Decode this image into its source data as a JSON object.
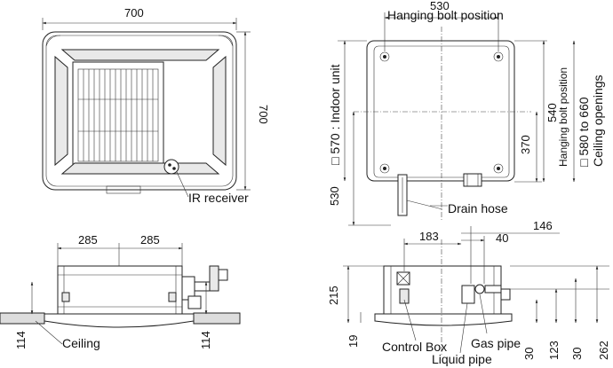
{
  "dims": {
    "top_width": "700",
    "top_height": "700",
    "hanging_530_top": "530",
    "hanging_530_left": "530",
    "hanging_540": "540",
    "dim_370": "370",
    "dim_285_a": "285",
    "dim_285_b": "285",
    "dim_114_a": "114",
    "dim_114_b": "114",
    "dim_183": "183",
    "dim_146": "146",
    "dim_40": "40",
    "dim_215": "215",
    "dim_19": "19",
    "dim_30_a": "30",
    "dim_123": "123",
    "dim_30_b": "30",
    "dim_262": "262"
  },
  "labels": {
    "hanging_bolt_position": "Hanging bolt position",
    "hanging_bolt_position_v": "Hanging bolt position",
    "indoor_unit": "□ 570 : Indoor unit",
    "ceiling_openings_1": "□ 580 to 660",
    "ceiling_openings_2": "Ceiling openings",
    "ir_receiver": "IR receiver",
    "drain_hose": "Drain hose",
    "ceiling": "Ceiling",
    "control_box": "Control Box",
    "gas_pipe": "Gas pipe",
    "liquid_pipe": "Liquid pipe"
  }
}
